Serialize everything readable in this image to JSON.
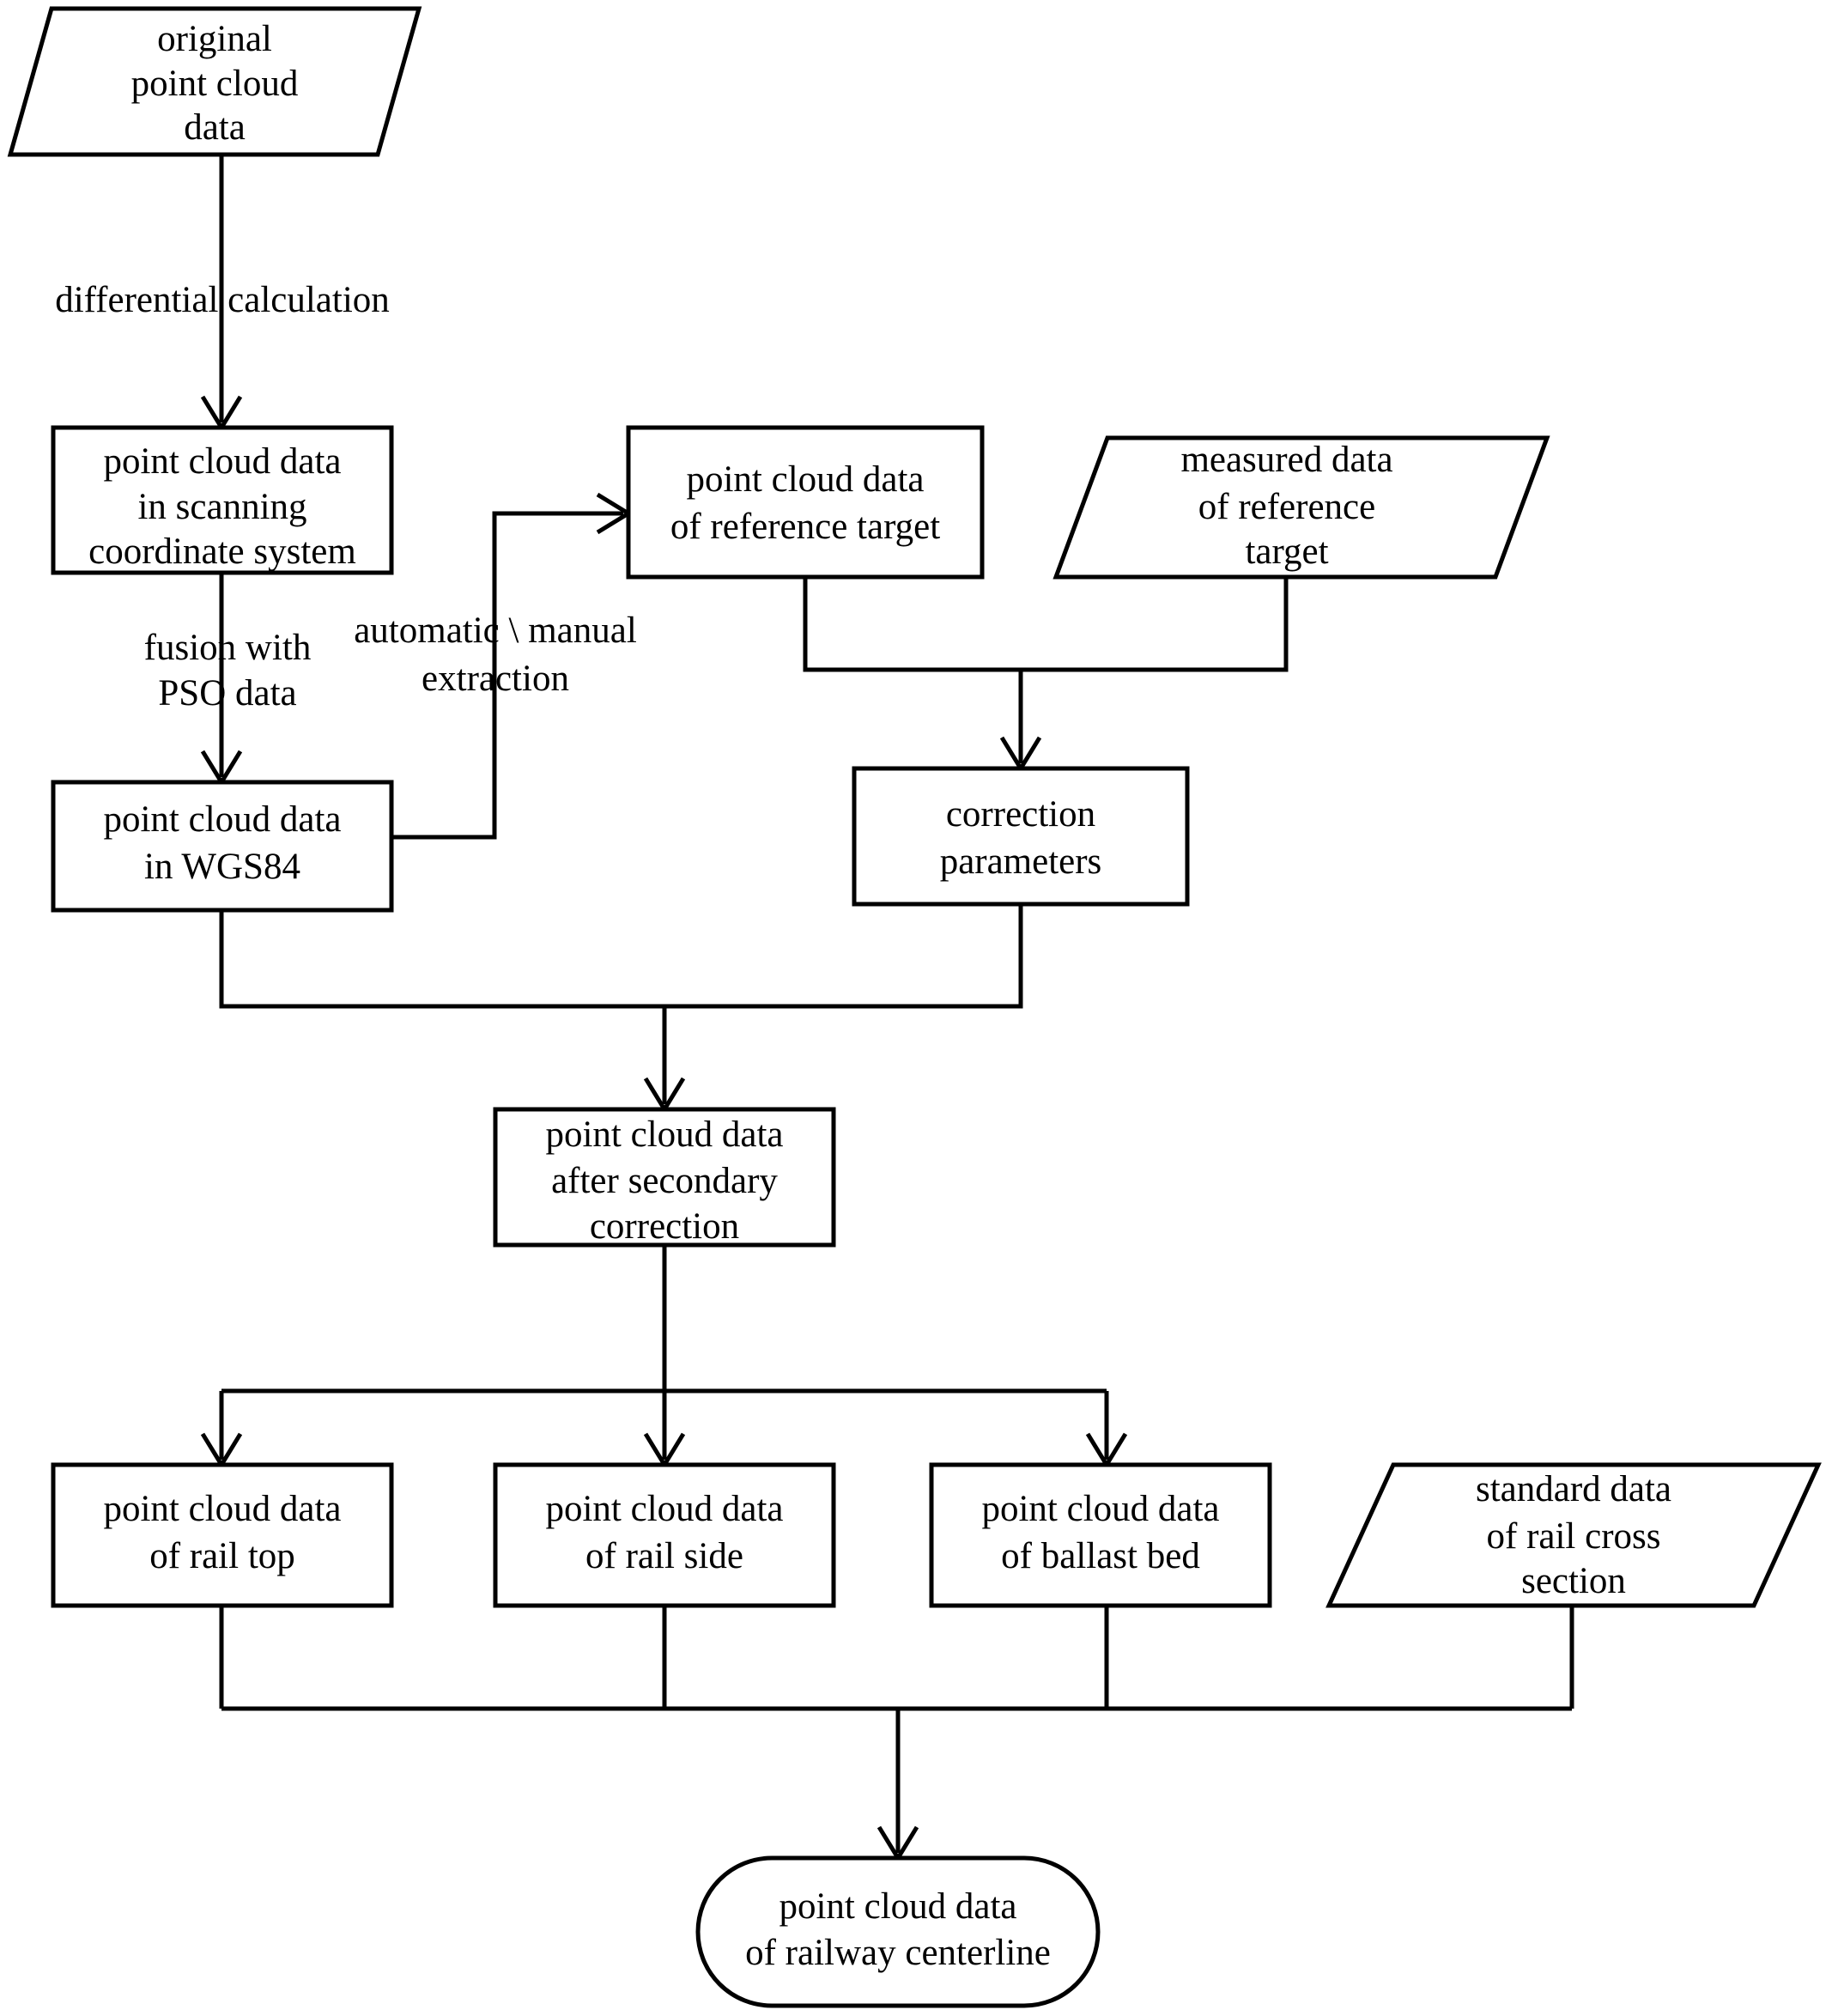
{
  "diagram": {
    "title": "point cloud data processing flowchart",
    "colors": {
      "stroke": "#000000",
      "fill": "#ffffff",
      "text": "#000000"
    },
    "nodes": {
      "original_data": {
        "shape": "parallelogram",
        "lines": [
          "original",
          "point cloud",
          "data"
        ]
      },
      "scanning_coord": {
        "shape": "rectangle",
        "lines": [
          "point cloud data",
          "in scanning",
          "coordinate system"
        ]
      },
      "reference_target_cloud": {
        "shape": "rectangle",
        "lines": [
          "point cloud data",
          "of reference target"
        ]
      },
      "measured_reference": {
        "shape": "parallelogram",
        "lines": [
          "measured data",
          "of reference",
          "target"
        ]
      },
      "wgs84": {
        "shape": "rectangle",
        "lines": [
          "point cloud data",
          "in WGS84"
        ]
      },
      "correction_parameters": {
        "shape": "rectangle",
        "lines": [
          "correction",
          "parameters"
        ]
      },
      "secondary_correction": {
        "shape": "rectangle",
        "lines": [
          "point cloud data",
          "after secondary",
          "correction"
        ]
      },
      "rail_top": {
        "shape": "rectangle",
        "lines": [
          "point cloud data",
          "of rail top"
        ]
      },
      "rail_side": {
        "shape": "rectangle",
        "lines": [
          "point cloud data",
          "of rail side"
        ]
      },
      "ballast_bed": {
        "shape": "rectangle",
        "lines": [
          "point cloud data",
          "of ballast bed"
        ]
      },
      "rail_cross_section": {
        "shape": "parallelogram",
        "lines": [
          "standard data",
          "of rail cross",
          "section"
        ]
      },
      "railway_centerline": {
        "shape": "stadium",
        "lines": [
          "point cloud data",
          "of  railway centerline"
        ]
      }
    },
    "edge_labels": {
      "differential_calculation": "differential calculation",
      "fusion_pso": [
        "fusion with",
        "PSO data"
      ],
      "automatic_manual_extraction": [
        "automatic \\ manual",
        "extraction"
      ]
    }
  }
}
